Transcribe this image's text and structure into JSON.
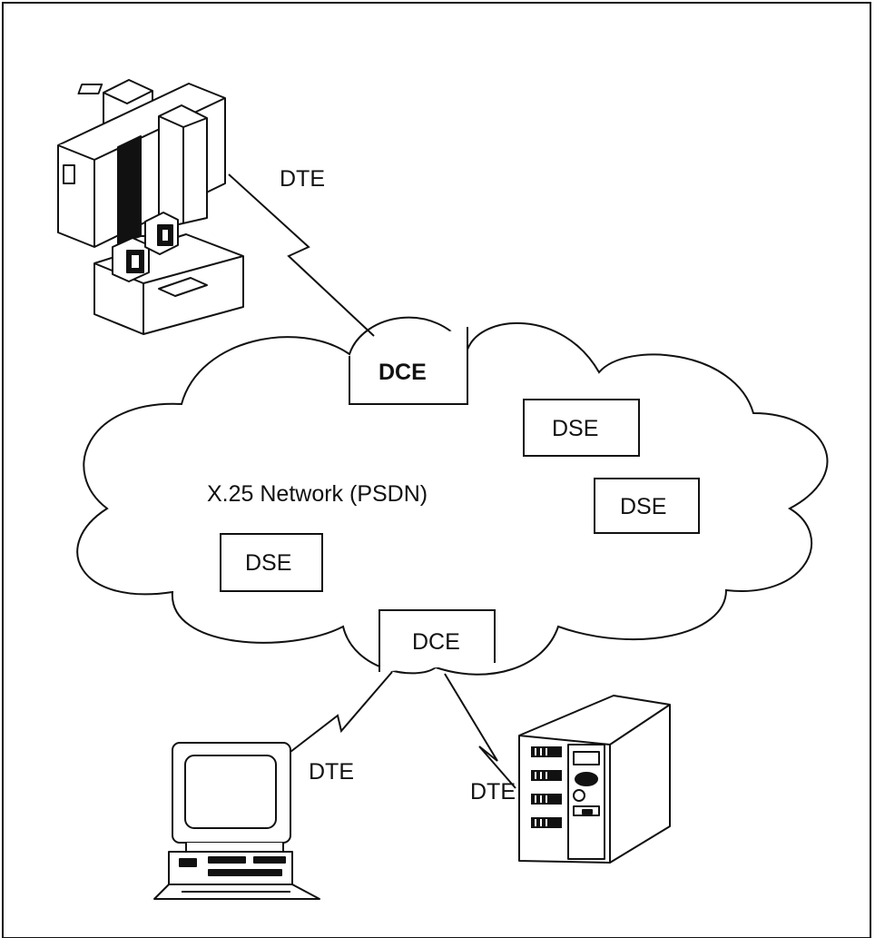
{
  "network": {
    "label": "X.25 Network (PSDN)"
  },
  "dce_top": {
    "label": "DCE"
  },
  "dce_bottom": {
    "label": "DCE"
  },
  "dse_nodes": [
    {
      "label": "DSE"
    },
    {
      "label": "DSE"
    },
    {
      "label": "DSE"
    }
  ],
  "dte_labels": {
    "mainframe": "DTE",
    "workstation": "DTE",
    "server": "DTE"
  }
}
